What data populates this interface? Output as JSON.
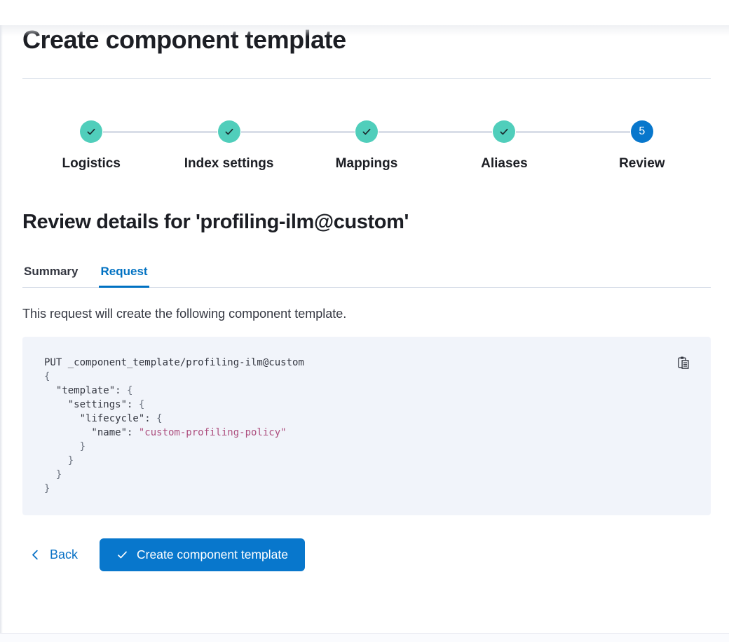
{
  "page": {
    "title": "Create component template"
  },
  "stepper": {
    "steps": [
      {
        "label": "Logistics",
        "status": "complete"
      },
      {
        "label": "Index settings",
        "status": "complete"
      },
      {
        "label": "Mappings",
        "status": "complete"
      },
      {
        "label": "Aliases",
        "status": "complete"
      },
      {
        "label": "Review",
        "status": "current",
        "number": "5"
      }
    ]
  },
  "review": {
    "heading": "Review details for 'profiling-ilm@custom'",
    "tabs": [
      {
        "label": "Summary",
        "active": false
      },
      {
        "label": "Request",
        "active": true
      }
    ],
    "description": "This request will create the following component template."
  },
  "code": {
    "lines": [
      {
        "segments": [
          {
            "cls": "plain",
            "text": "PUT _component_template/profiling-ilm@custom"
          }
        ]
      },
      {
        "segments": [
          {
            "cls": "punc",
            "text": "{"
          }
        ]
      },
      {
        "segments": [
          {
            "cls": "plain",
            "text": "  \"template\": "
          },
          {
            "cls": "punc",
            "text": "{"
          }
        ]
      },
      {
        "segments": [
          {
            "cls": "plain",
            "text": "    \"settings\": "
          },
          {
            "cls": "punc",
            "text": "{"
          }
        ]
      },
      {
        "segments": [
          {
            "cls": "plain",
            "text": "      \"lifecycle\": "
          },
          {
            "cls": "punc",
            "text": "{"
          }
        ]
      },
      {
        "segments": [
          {
            "cls": "plain",
            "text": "        \"name\": "
          },
          {
            "cls": "string",
            "text": "\"custom-profiling-policy\""
          }
        ]
      },
      {
        "segments": [
          {
            "cls": "punc",
            "text": "      }"
          }
        ]
      },
      {
        "segments": [
          {
            "cls": "punc",
            "text": "    }"
          }
        ]
      },
      {
        "segments": [
          {
            "cls": "punc",
            "text": "  }"
          }
        ]
      },
      {
        "segments": [
          {
            "cls": "punc",
            "text": "}"
          }
        ]
      }
    ]
  },
  "footer": {
    "back_label": "Back",
    "create_label": "Create component template"
  },
  "icons": {
    "step_complete": "check-icon",
    "copy": "copy-clipboard-icon",
    "back": "chevron-left-icon",
    "create": "check-icon"
  },
  "colors": {
    "step_complete_bg": "#50cebb",
    "step_current_bg": "#0877cc",
    "primary_button_bg": "#0877cc",
    "link_blue": "#0a72c6",
    "tab_active_blue": "#0071c2",
    "divider": "#d3dae6",
    "code_background": "#f1f4fa",
    "code_text": "#343741",
    "code_punctuation": "#69707d",
    "code_string": "#ad4e7e"
  }
}
